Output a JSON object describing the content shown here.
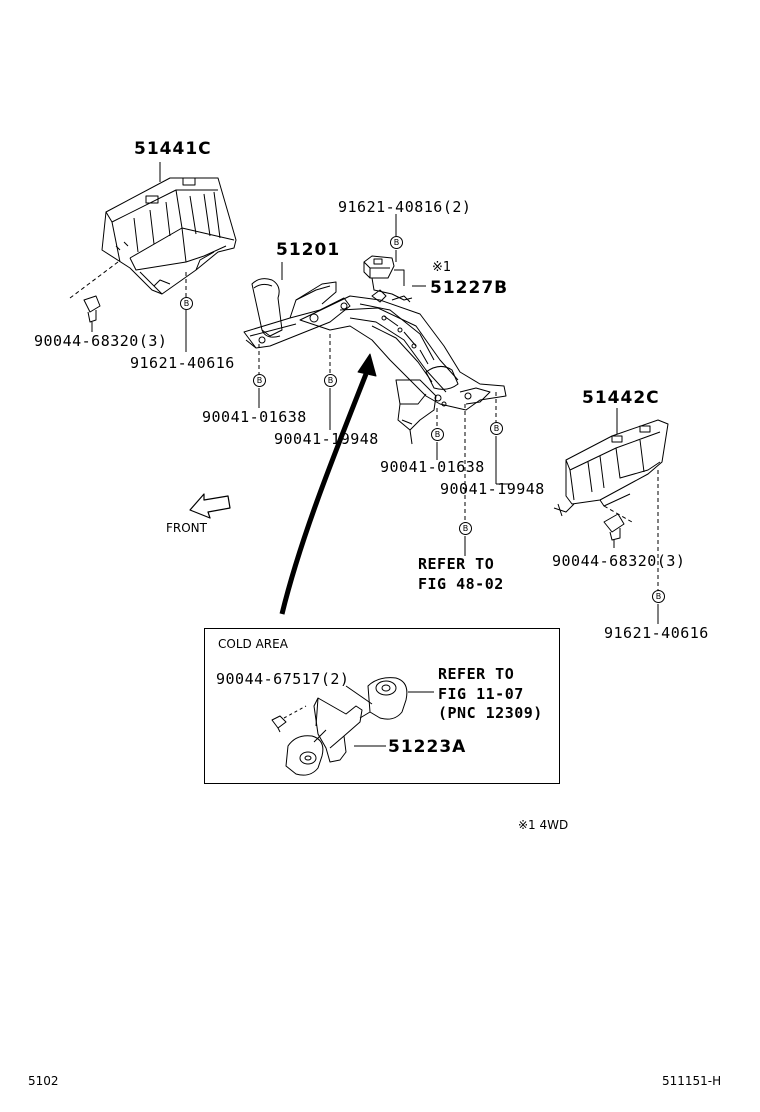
{
  "labels": {
    "p51441c": "51441C",
    "p51201": "51201",
    "p91621_40816": "91621-40816(2)",
    "note_mark": "※1",
    "p51227b": "51227B",
    "p90044_68320_left": "90044-68320(3)",
    "p91621_40616_left": "91621-40616",
    "p90041_01638_left": "90041-01638",
    "p90041_19948_left": "90041-19948",
    "p90041_01638_right": "90041-01638",
    "p90041_19948_right": "90041-19948",
    "p51442c": "51442C",
    "p90044_68320_right": "90044-68320(3)",
    "p91621_40616_right": "91621-40616",
    "refer_1_line1": "REFER TO",
    "refer_1_line2": "FIG 48-02",
    "front": "FRONT",
    "cold_area": "COLD AREA",
    "p90044_67517": "90044-67517(2)",
    "refer_2_line1": "REFER TO",
    "refer_2_line2": "FIG 11-07",
    "refer_2_line3": "(PNC 12309)",
    "p51223a": "51223A",
    "note": "※1 4WD",
    "page_left": "5102",
    "page_right": "511151-H",
    "b_marker": "B"
  }
}
